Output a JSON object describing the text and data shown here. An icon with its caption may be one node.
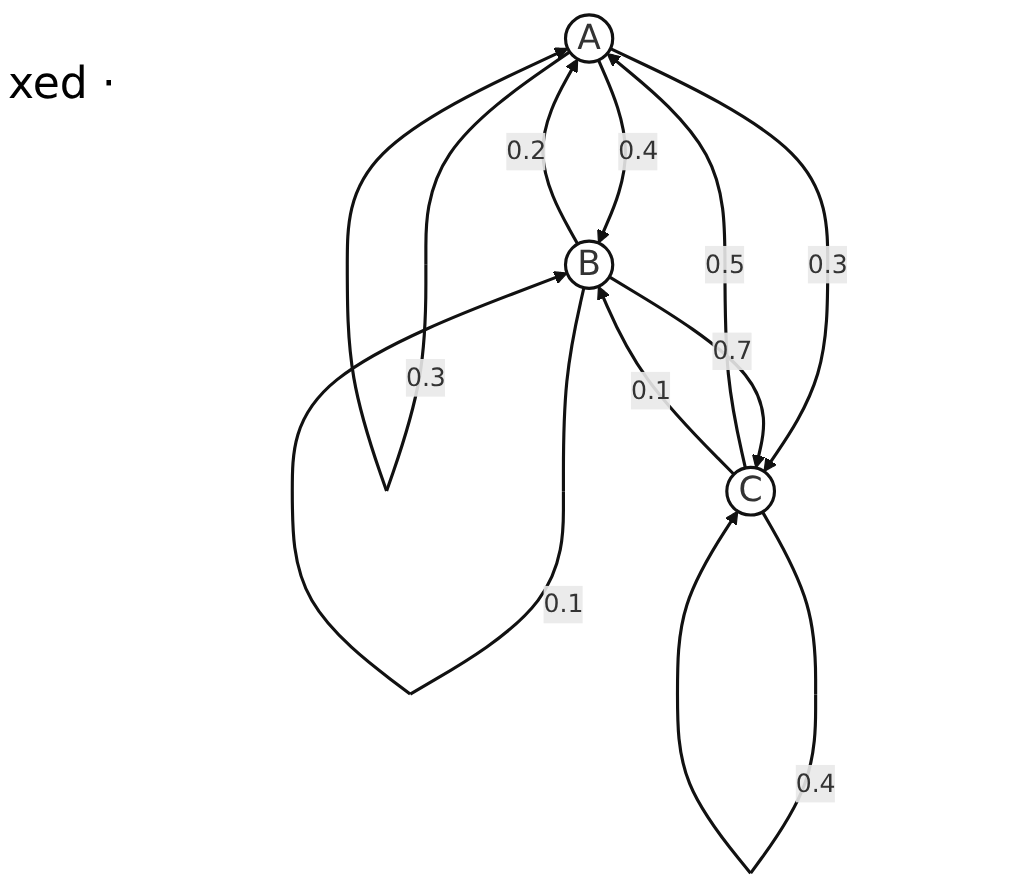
{
  "diagram": {
    "nodes": [
      {
        "text": [
          "A"
        ]
      },
      {
        "text": [
          "B"
        ]
      },
      {
        "text": [
          "C"
        ]
      }
    ],
    "edges": [
      {
        "from": 0,
        "to": 0,
        "arrow": "to",
        "label": "0.3"
      },
      {
        "from": 1,
        "to": 0,
        "arrow": "to",
        "label": "0.2"
      },
      {
        "from": 0,
        "to": 1,
        "arrow": "to",
        "label": "0.4"
      },
      {
        "from": 0,
        "to": 2,
        "arrow": "to",
        "label": "0.3"
      },
      {
        "from": 2,
        "to": 0,
        "arrow": "to",
        "label": "0.5"
      },
      {
        "from": 1,
        "to": 2,
        "arrow": "to",
        "label": "0.7"
      },
      {
        "from": 2,
        "to": 1,
        "arrow": "to",
        "label": "0.1"
      },
      {
        "from": 1,
        "to": 1,
        "arrow": "to",
        "label": "0.1"
      },
      {
        "from": 2,
        "to": 2,
        "arrow": "to",
        "label": "0.4"
      }
    ],
    "labels": [
      "xed ·"
    ]
  }
}
